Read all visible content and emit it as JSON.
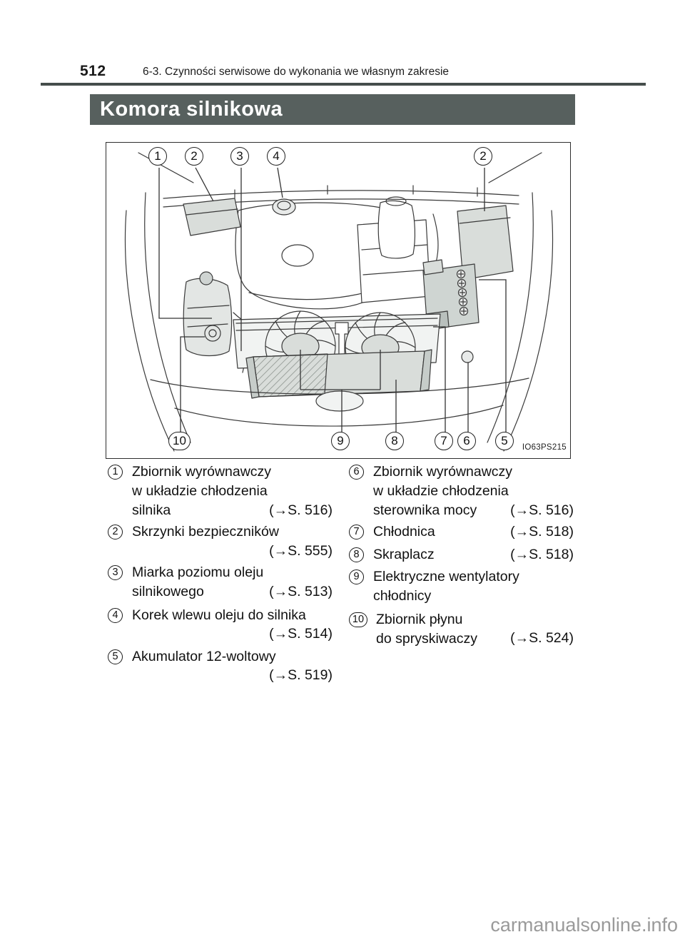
{
  "page": {
    "number": "512",
    "section": "6-3. Czynności serwisowe do wykonania we własnym zakresie",
    "title": "Komora silnikowa",
    "watermark": "carmanualsonline.info"
  },
  "diagram": {
    "figure_code": "IO63PS215",
    "callouts": [
      "1",
      "2",
      "3",
      "4",
      "2",
      "10",
      "9",
      "8",
      "7",
      "6",
      "5"
    ]
  },
  "list": {
    "left": [
      {
        "num": "1",
        "lines": [
          "Zbiornik wyrównawczy",
          "w układzie chłodzenia",
          "silnika"
        ],
        "ref": "(→S. 516)"
      },
      {
        "num": "2",
        "lines": [
          "Skrzynki bezpieczników"
        ],
        "ref": "(→S. 555)"
      },
      {
        "num": "3",
        "lines": [
          "Miarka poziomu oleju",
          "silnikowego"
        ],
        "ref": "(→S. 513)"
      },
      {
        "num": "4",
        "lines": [
          "Korek wlewu oleju do silnika"
        ],
        "ref": "(→S. 514)"
      },
      {
        "num": "5",
        "lines": [
          "Akumulator 12-woltowy"
        ],
        "ref": "(→S. 519)"
      }
    ],
    "right": [
      {
        "num": "6",
        "lines": [
          "Zbiornik wyrównawczy",
          "w układzie chłodzenia",
          "sterownika mocy"
        ],
        "ref": "(→S. 516)"
      },
      {
        "num": "7",
        "lines": [
          "Chłodnica"
        ],
        "ref": "(→S. 518)"
      },
      {
        "num": "8",
        "lines": [
          "Skraplacz"
        ],
        "ref": "(→S. 518)"
      },
      {
        "num": "9",
        "lines": [
          "Elektryczne wentylatory",
          "chłodnicy"
        ],
        "ref": ""
      },
      {
        "num": "10",
        "lines": [
          "Zbiornik płynu",
          "do spryskiwaczy"
        ],
        "ref": "(→S. 524)"
      }
    ]
  },
  "colors": {
    "title_bar": "#57605e",
    "rule": "#454d4b",
    "watermark": "#9a9a9a"
  }
}
